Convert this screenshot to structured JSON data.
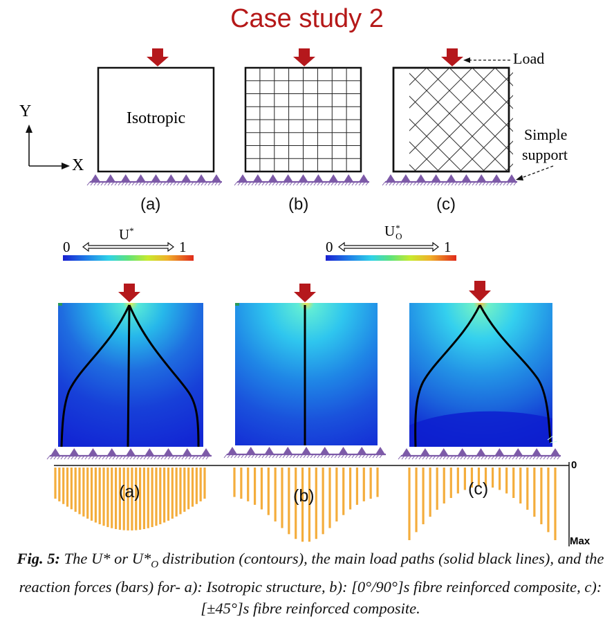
{
  "title": "Case study 2",
  "axes": {
    "y": "Y",
    "x": "X"
  },
  "top_panels": {
    "a": {
      "label": "(a)",
      "text": "Isotropic"
    },
    "b": {
      "label": "(b)"
    },
    "c": {
      "label": "(c)"
    }
  },
  "annotations": {
    "load": "Load",
    "support_line1": "Simple",
    "support_line2": "support"
  },
  "colorbars": [
    {
      "var": "U",
      "sup": "*",
      "sub": "",
      "min": "0",
      "max": "1"
    },
    {
      "var": "U",
      "sup": "*",
      "sub": "O",
      "min": "0",
      "max": "1"
    }
  ],
  "bottom_panels": {
    "a": {
      "label": "(a)"
    },
    "b": {
      "label": "(b)"
    },
    "c": {
      "label": "(c)"
    }
  },
  "force_axis": {
    "zero": "0",
    "max": "Max"
  },
  "caption": {
    "fig": "Fig. 5:",
    "text1": " The U* or U*",
    "sub": "O",
    "text2": " distribution (contours), the main load paths (solid black lines), and the reaction forces (bars) for- a): Isotropic structure, b): [0°/90°]s fibre reinforced composite, c): [±45°]s fibre reinforced composite."
  },
  "colors": {
    "title": "#b51818",
    "arrow": "#b5181c",
    "support": "#7d5aa8",
    "bars": "#f4ad3c",
    "field_dark": "#0d22d8"
  }
}
